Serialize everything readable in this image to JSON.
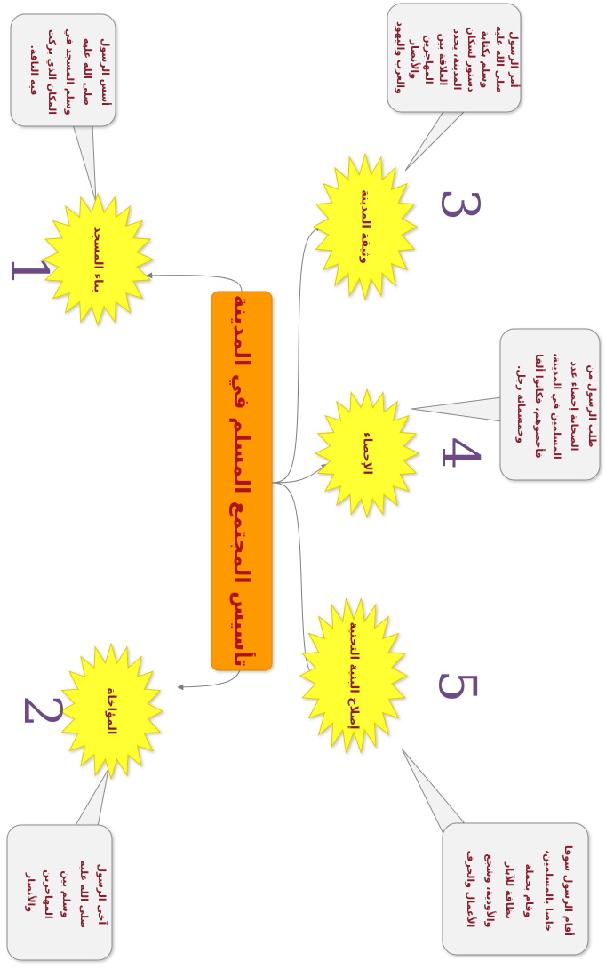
{
  "center": {
    "title": "تأسيس المجتمع المسلم في المدينة"
  },
  "nodes": [
    {
      "number": "1",
      "label": "بناء المسجد",
      "bubble_lines": [
        "أسس الرسول",
        "صلى الله عليه",
        "وسلم المسجد في",
        "المكان الذي بركت",
        "فيه الناقة."
      ]
    },
    {
      "number": "2",
      "label": "المؤاخاة",
      "bubble_lines": [
        "آخى الرسول",
        "صلى الله عليه",
        "وسلم بين",
        "المهاجرين",
        "والأنصار"
      ]
    },
    {
      "number": "3",
      "label": "وثيقة المدينة",
      "bubble_lines": [
        "أمر الرسول",
        "صلى الله عليه",
        "وسلم بكتابة",
        "دستور لسكان",
        "المدينة، يحدد",
        "العلاقة بين",
        "المهاجرين",
        "والأنصار",
        "والعرب واليهود"
      ]
    },
    {
      "number": "4",
      "label": "الإحصاء",
      "bubble_lines": [
        "طلب الرسول من",
        "الصحابة إحصاء عدد",
        "المسلمين في المدينة،",
        "فأحصوهم، فكانوا ألفا",
        "وخمسمائة رجل."
      ]
    },
    {
      "number": "5",
      "label": "إصلاح البنية التحتية",
      "bubble_lines": [
        "أقام الرسول سوقا",
        "خاصا بالمسلمين،",
        "وقام بحملة",
        "نظافة للآبار",
        "والأودية، وشجع",
        "الأعمال والحرف"
      ]
    }
  ],
  "colors": {
    "center_fill": "#ff9900",
    "center_text": "#b3101e",
    "burst_fill": "#ffff33",
    "burst_stroke": "#e0c800",
    "bubble_fill": "#f2f2f2",
    "bubble_stroke": "#8a8a8a",
    "text_dark_red": "#8b1a2a",
    "number_color": "#6d4a86",
    "connector": "#7f7f7f"
  }
}
